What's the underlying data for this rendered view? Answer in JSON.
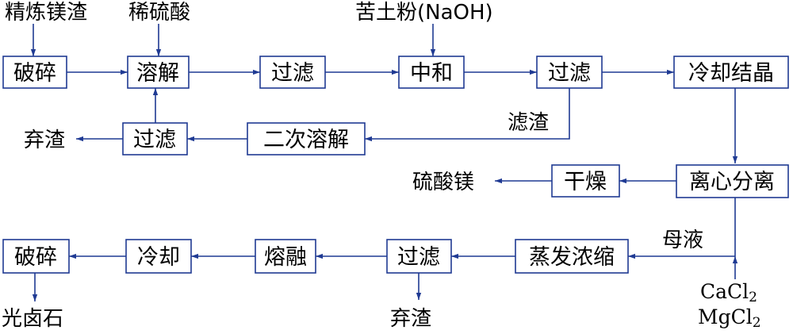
{
  "inputs": {
    "refined_slag": "精炼镁渣",
    "dilute_acid": "稀硫酸",
    "bittern_powder": "苦土粉(NaOH)"
  },
  "steps": {
    "crush_1": "破碎",
    "dissolve": "溶解",
    "filter_1": "过滤",
    "neutralize": "中和",
    "filter_2": "过滤",
    "cool_crystallize": "冷却结晶",
    "centrifuge": "离心分离",
    "dry": "干燥",
    "second_dissolve": "二次溶解",
    "filter_3": "过滤",
    "evaporate": "蒸发浓缩",
    "filter_4": "过滤",
    "melt": "熔融",
    "cool": "冷却",
    "crush_2": "破碎"
  },
  "labels": {
    "filter_residue": "滤渣",
    "discard_residue_1": "弃渣",
    "discard_residue_2": "弃渣",
    "mother_liquor": "母液"
  },
  "products": {
    "magnesium_sulfate": "硫酸镁",
    "carnallite": "光卤石"
  },
  "additives": {
    "cacl2_base": "CaCl",
    "mgcl2_base": "MgCl",
    "subscript": "2"
  },
  "colors": {
    "line": "#1f3a93",
    "text": "#000000"
  }
}
